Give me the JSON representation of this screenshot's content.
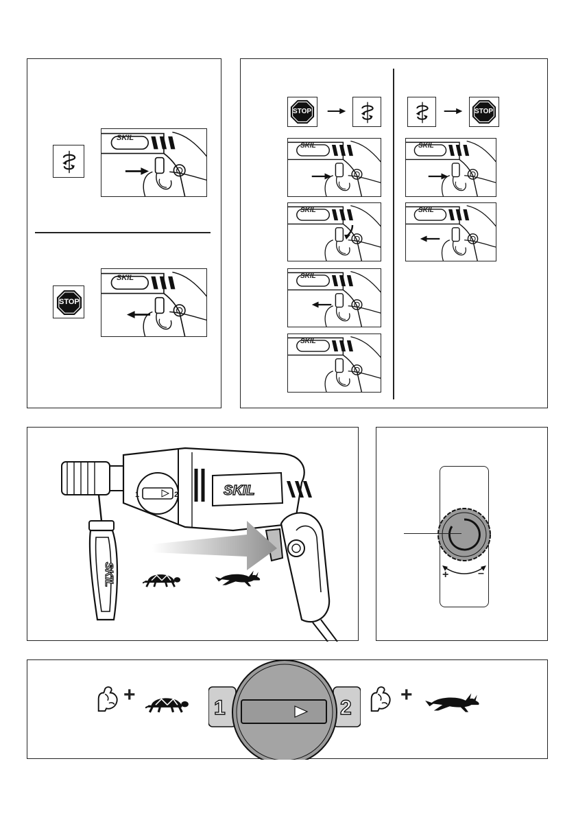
{
  "brand": "SKIL",
  "stop_label": "STOP",
  "variable_speed": {
    "plus": "+",
    "minus": "–"
  },
  "gear_selector": {
    "gear1": "1",
    "gear2": "2",
    "combine": "+"
  },
  "icons": {
    "rotation": "rotation-icon",
    "stop": "stop-sign-icon",
    "arrow": "arrow-right-icon",
    "turtle": "turtle-icon",
    "hare": "hare-icon",
    "strength": "flexed-arm-icon"
  },
  "colors": {
    "ink": "#222222",
    "gray": "#9a9a9a",
    "light_gray": "#cfcfcf"
  }
}
